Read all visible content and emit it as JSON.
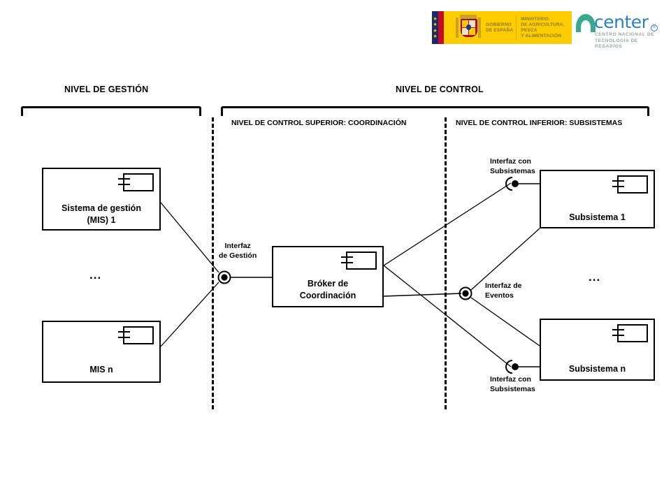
{
  "header": {
    "gov_logo": {
      "name": "gobierno-de-espana-logo",
      "line1": "GOBIERNO",
      "line2": "DE ESPAÑA",
      "ministry_line1": "MINISTERIO",
      "ministry_line2": "DE AGRICULTURA, PESCA",
      "ministry_line3": "Y ALIMENTACIÓN",
      "band_color": "#FFCC00",
      "text_color": "#8a7b00"
    },
    "center_logo": {
      "name": "center-logo",
      "wordmark": "center",
      "registered": "®",
      "sub_line1": "CENTRO NACIONAL DE",
      "sub_line2": "TECNOLOGÍA DE REGADÍOS",
      "arc_color": "#3aa88f",
      "word_color": "#2b7fc4",
      "sub_color": "#9aa3ab"
    }
  },
  "levels": {
    "gestion_title": "NIVEL DE GESTIÓN",
    "control_title": "NIVEL DE CONTROL",
    "control_superior": "NIVEL DE CONTROL SUPERIOR:  COORDINACIÓN",
    "control_inferior": "NIVEL DE CONTROL INFERIOR: SUBSISTEMAS"
  },
  "components": {
    "mis1": {
      "line1": "Sistema de gestión",
      "line2": "(MIS) 1"
    },
    "misn": {
      "line1": "MIS n"
    },
    "broker": {
      "line1": "Bróker de",
      "line2": "Coordinación"
    },
    "sub1": {
      "line1": "Subsistema 1"
    },
    "subn": {
      "line1": "Subsistema n"
    }
  },
  "ellipsis": {
    "left": "...",
    "right": "..."
  },
  "interfaces": {
    "gestion": {
      "line1": "Interfaz",
      "line2": "de Gestión"
    },
    "eventos": {
      "line1": "Interfaz de",
      "line2": "Eventos"
    },
    "subsistemas_top": {
      "line1": "Interfaz con",
      "line2": "Subsistemas"
    },
    "subsistemas_bottom": {
      "line1": "Interfaz con",
      "line2": "Subsistemas"
    }
  },
  "colors": {
    "stroke": "#000000",
    "background": "#ffffff"
  }
}
